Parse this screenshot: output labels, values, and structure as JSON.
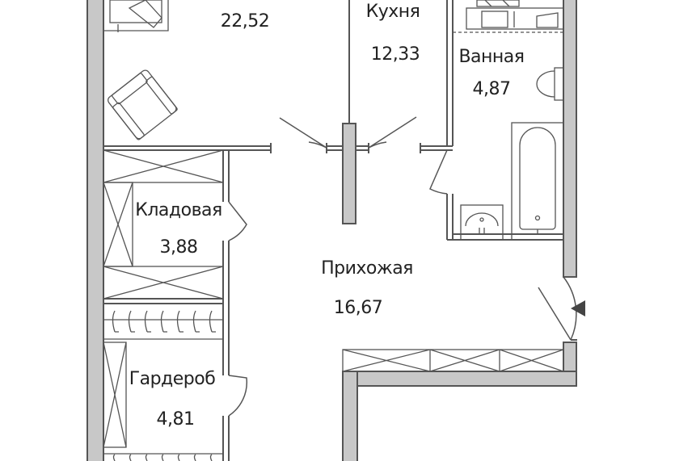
{
  "rooms": [
    {
      "name": "",
      "area": "22,52"
    },
    {
      "name": "Кухня",
      "area": "12,33"
    },
    {
      "name": "Ванная",
      "area": "4,87"
    },
    {
      "name": "Кладовая",
      "area": "3,88"
    },
    {
      "name": "Прихожая",
      "area": "16,67"
    },
    {
      "name": "Гардероб",
      "area": "4,81"
    }
  ],
  "colors": {
    "wall_fill": "#c8c8c8",
    "wall_stroke": "#555555",
    "line": "#555555",
    "text": "#222222"
  },
  "icons": [
    "entrance-arrow-icon"
  ]
}
